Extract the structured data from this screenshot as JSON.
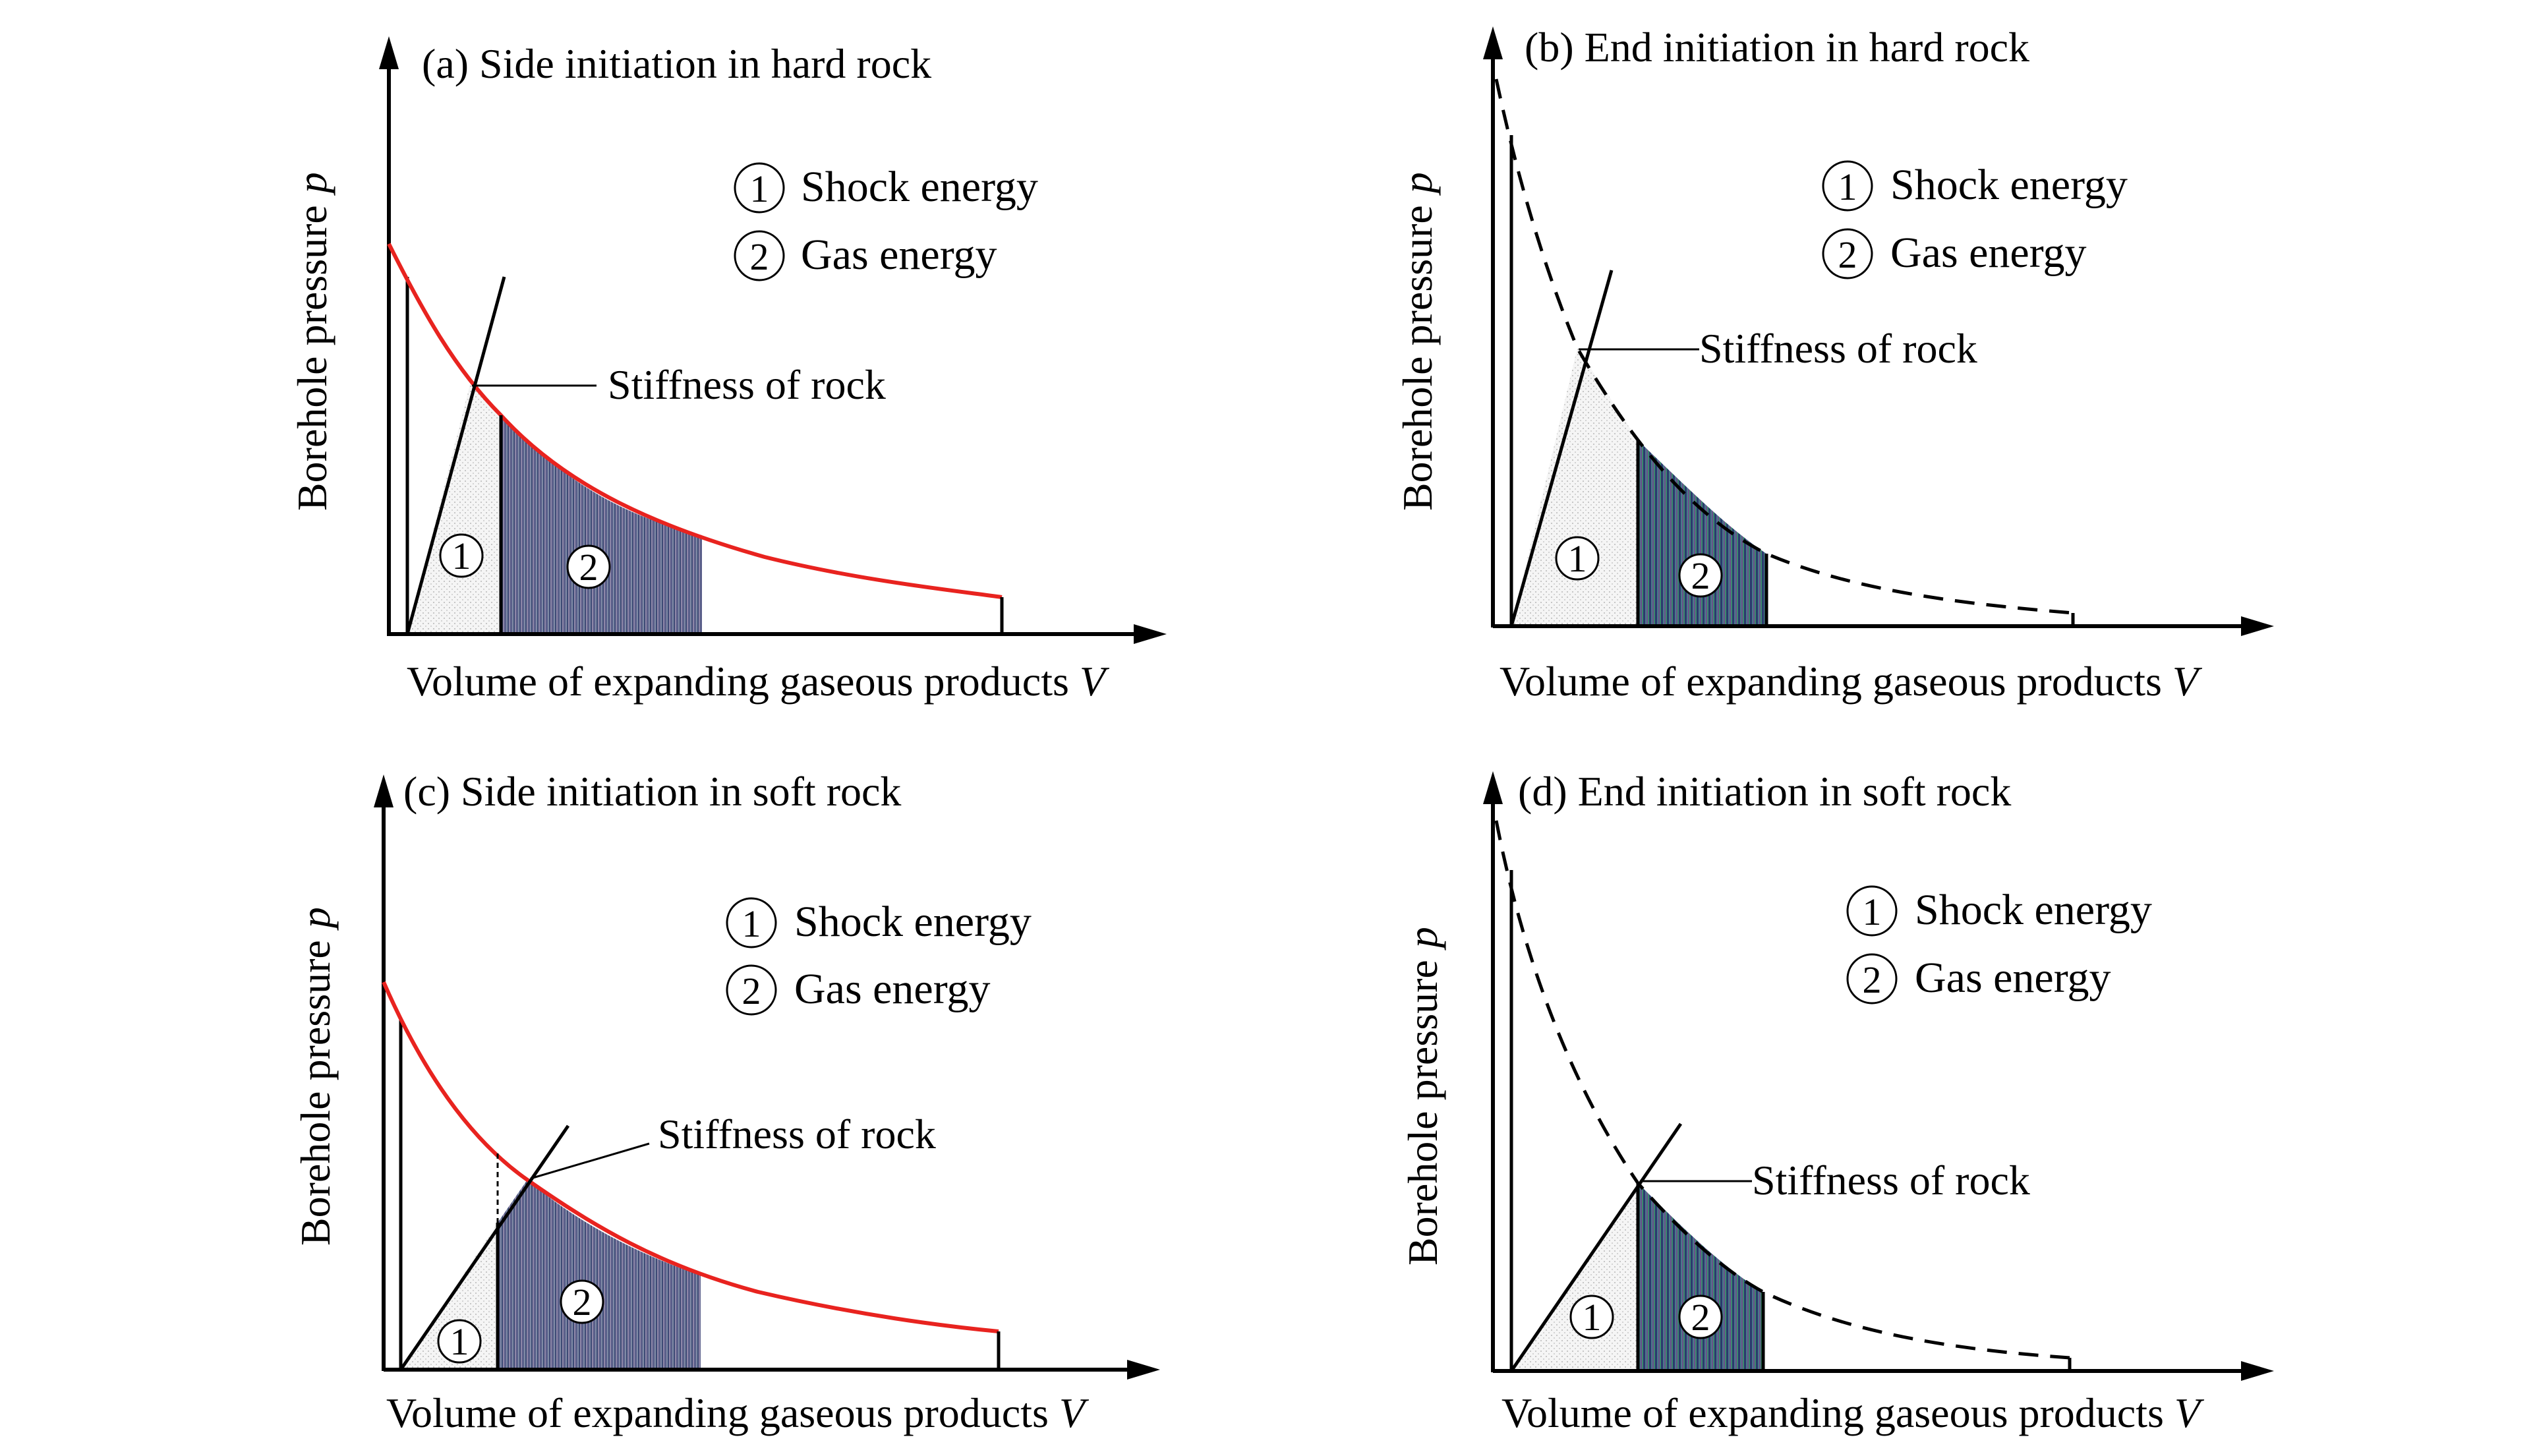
{
  "panels": [
    {
      "id": "a",
      "title": "(a) Side initiation in hard rock",
      "ylabel": "Borehole pressure",
      "ylabel_symbol": "p",
      "xlabel": "Volume of expanding gaseous products",
      "xlabel_symbol": "V",
      "legend": [
        {
          "marker": "1",
          "label": "Shock energy"
        },
        {
          "marker": "2",
          "label": "Gas energy"
        }
      ],
      "callout": "Stiffness of rock",
      "curve_style": "solid-red",
      "region_markers": [
        "1",
        "2"
      ]
    },
    {
      "id": "b",
      "title": "(b) End initiation in hard rock",
      "ylabel": "Borehole pressure",
      "ylabel_symbol": "p",
      "xlabel": "Volume of expanding gaseous products",
      "xlabel_symbol": "V",
      "legend": [
        {
          "marker": "1",
          "label": "Shock energy"
        },
        {
          "marker": "2",
          "label": "Gas energy"
        }
      ],
      "callout": "Stiffness of rock",
      "curve_style": "dashed-black",
      "region_markers": [
        "1",
        "2"
      ]
    },
    {
      "id": "c",
      "title": "(c) Side initiation in soft rock",
      "ylabel": "Borehole pressure",
      "ylabel_symbol": "p",
      "xlabel": "Volume of expanding gaseous products",
      "xlabel_symbol": "V",
      "legend": [
        {
          "marker": "1",
          "label": "Shock energy"
        },
        {
          "marker": "2",
          "label": "Gas energy"
        }
      ],
      "callout": "Stiffness of rock",
      "curve_style": "solid-red",
      "region_markers": [
        "1",
        "2"
      ]
    },
    {
      "id": "d",
      "title": "(d) End initiation in soft rock",
      "ylabel": "Borehole pressure",
      "ylabel_symbol": "p",
      "xlabel": "Volume of expanding gaseous products",
      "xlabel_symbol": "V",
      "legend": [
        {
          "marker": "1",
          "label": "Shock energy"
        },
        {
          "marker": "2",
          "label": "Gas energy"
        }
      ],
      "callout": "Stiffness of rock",
      "curve_style": "dashed-black",
      "region_markers": [
        "1",
        "2"
      ]
    }
  ],
  "colors": {
    "red_curve": "#e8231f",
    "gas_fill_a": "#6b6f8f",
    "gas_fill_b": "#2e3f66",
    "shock_fill": "#f2f2f2"
  }
}
